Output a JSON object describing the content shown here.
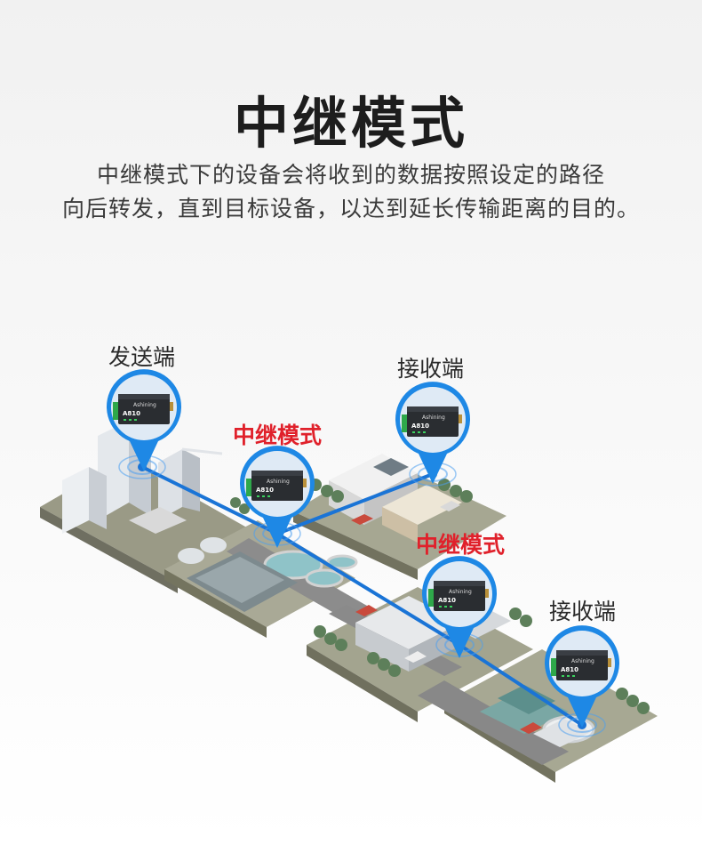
{
  "title": "中继模式",
  "description": [
    "中继模式下的设备会将收到的数据按照设定的路径",
    "向后转发，直到目标设备，以达到延长传输距离的目的。"
  ],
  "labels": {
    "sender": "发送端",
    "relay_1": "中继模式",
    "receiver_1": "接收端",
    "relay_2": "中继模式",
    "receiver_2": "接收端"
  },
  "device": {
    "brand": "Ashining",
    "model": "A810"
  },
  "colors": {
    "accent_blue": "#1a74d6",
    "relay_red": "#e0212b",
    "pin_blue": "#1e88e5"
  },
  "icons": [
    "location-pin-icon",
    "device-icon",
    "signal-wave-icon"
  ]
}
